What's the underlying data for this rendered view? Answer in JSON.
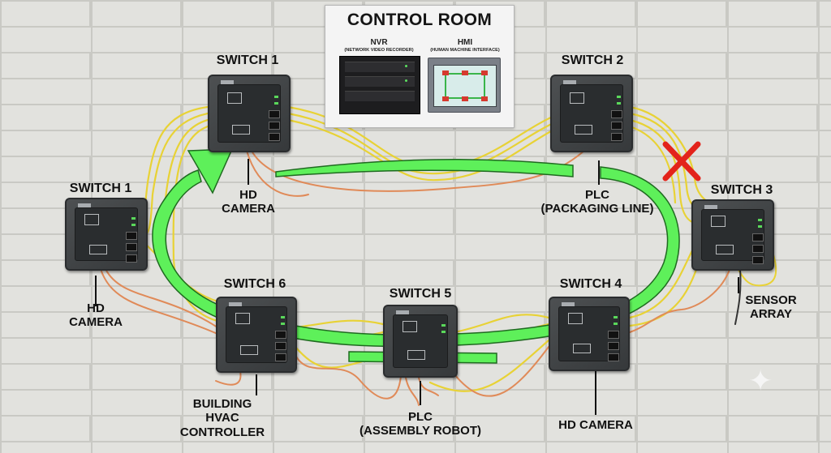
{
  "control_room": {
    "title": "CONTROL ROOM",
    "nvr_label": "NVR",
    "nvr_sub": "(NETWORK VIDEO RECORDER)",
    "hmi_label": "HMI",
    "hmi_sub": "(HUMAN MACHINE INTERFACE)"
  },
  "switches": {
    "switch1_top": "SWITCH 1",
    "switch1_left": "SWITCH 1",
    "switch2": "SWITCH 2",
    "switch3": "SWITCH 3",
    "switch4": "SWITCH 4",
    "switch5": "SWITCH 5",
    "switch6": "SWITCH 6"
  },
  "devices": {
    "hd_camera_top": [
      "HD",
      "CAMERA"
    ],
    "hd_camera_left": [
      "HD",
      "CAMERA"
    ],
    "plc_packaging": [
      "PLC",
      "(PACKAGING LINE)"
    ],
    "sensor_array": [
      "SENSOR",
      "ARRAY"
    ],
    "hvac": [
      "BUILDING",
      "HVAC",
      "CONTROLLER"
    ],
    "plc_assembly": [
      "PLC",
      "(ASSEMBLY ROBOT)"
    ],
    "hd_camera_bottom": [
      "HD CAMERA"
    ]
  },
  "icons": {
    "failure_marker": "x-mark-icon",
    "flow_arrow": "ring-direction-arrow",
    "sparkle": "sparkle-icon"
  },
  "colors": {
    "flow_arrow": "#5ef05a",
    "failure_x": "#e3231b",
    "yellow_cable": "#e8d235",
    "orange_cable": "#e08a58"
  }
}
